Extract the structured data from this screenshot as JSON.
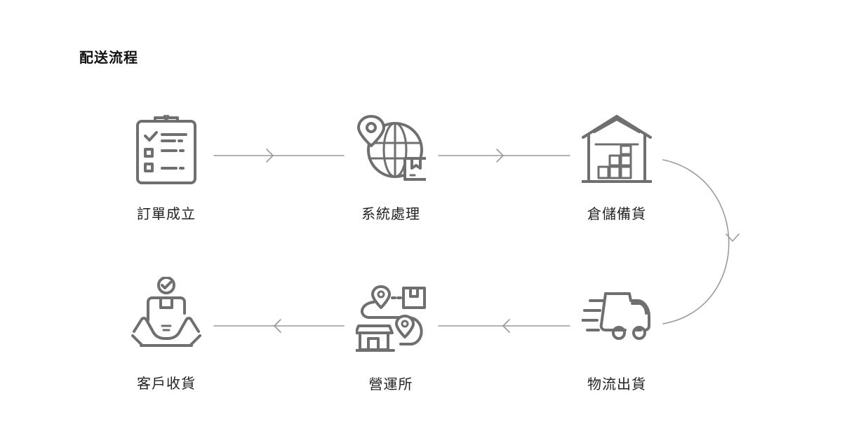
{
  "title": "配送流程",
  "steps": [
    {
      "label": "訂單成立",
      "icon": "clipboard-checklist-icon"
    },
    {
      "label": "系統處理",
      "icon": "globe-location-package-icon"
    },
    {
      "label": "倉儲備貨",
      "icon": "warehouse-boxes-icon"
    },
    {
      "label": "物流出貨",
      "icon": "delivery-truck-icon"
    },
    {
      "label": "營運所",
      "icon": "store-route-package-icon"
    },
    {
      "label": "客戶收貨",
      "icon": "hands-package-received-icon"
    }
  ],
  "colors": {
    "icon": "#6f6f6f",
    "connector": "#9a9a9a",
    "text": "#222222"
  }
}
